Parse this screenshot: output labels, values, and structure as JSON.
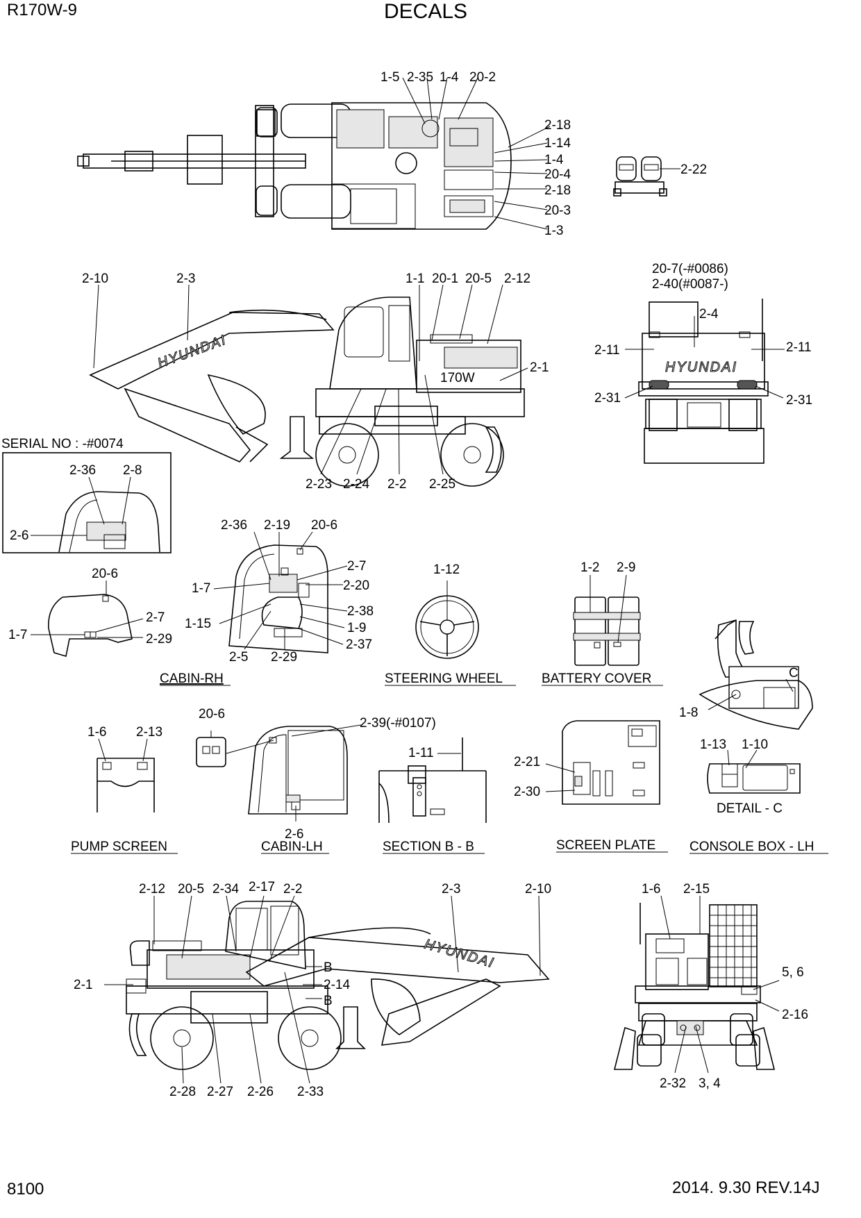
{
  "header": {
    "model": "R170W-9",
    "title": "DECALS"
  },
  "footer": {
    "page": "8100",
    "revision": "2014. 9.30  REV.14J"
  },
  "logo_text": "HYUNDAI",
  "views": {
    "top": {
      "callouts": [
        "1-5",
        "2-35",
        "1-4",
        "20-2",
        "2-18",
        "1-14",
        "1-4",
        "20-4",
        "2-18",
        "20-3",
        "1-3",
        "2-22"
      ]
    },
    "side_rh": {
      "callouts": [
        "2-10",
        "2-3",
        "1-1",
        "20-1",
        "20-5",
        "2-12",
        "2-1",
        "2-23",
        "2-24",
        "2-2",
        "2-25"
      ]
    },
    "rear": {
      "callouts": [
        "20-7(-#0086)",
        "2-40(#0087-)",
        "2-4",
        "2-11",
        "2-11",
        "2-31",
        "2-31"
      ]
    },
    "serial": {
      "heading": "SERIAL NO : -#0074",
      "callouts": [
        "2-36",
        "2-8",
        "2-6"
      ]
    },
    "cabin_rh": {
      "caption": "CABIN-RH",
      "callouts": [
        "20-6",
        "1-7",
        "2-7",
        "2-29",
        "2-36",
        "2-19",
        "20-6",
        "2-7",
        "2-20",
        "1-7",
        "2-38",
        "1-15",
        "1-9",
        "2-37",
        "2-5",
        "2-29"
      ]
    },
    "steering_wheel": {
      "caption": "STEERING WHEEL",
      "callouts": [
        "1-12"
      ]
    },
    "battery_cover": {
      "caption": "BATTERY COVER",
      "callouts": [
        "1-2",
        "2-9"
      ]
    },
    "console": {
      "callouts": [
        "C",
        "1-8"
      ]
    },
    "pump_screen": {
      "caption": "PUMP SCREEN",
      "callouts": [
        "1-6",
        "2-13"
      ]
    },
    "cabin_lh": {
      "caption": "CABIN-LH",
      "callouts": [
        "20-6",
        "2-39(-#0107)",
        "2-6"
      ]
    },
    "section_bb": {
      "caption": "SECTION B - B",
      "callouts": [
        "1-11"
      ]
    },
    "screen_plate": {
      "caption": "SCREEN PLATE",
      "callouts": [
        "2-21",
        "2-30"
      ]
    },
    "detail_c": {
      "caption": "DETAIL - C",
      "callouts": [
        "1-13",
        "1-10"
      ]
    },
    "console_box_lh": {
      "caption": "CONSOLE BOX - LH"
    },
    "side_lh": {
      "callouts": [
        "2-12",
        "20-5",
        "2-34",
        "2-17",
        "2-2",
        "2-3",
        "2-10",
        "B",
        "2-1",
        "2-14",
        "B",
        "2-28",
        "2-27",
        "2-26",
        "2-33"
      ]
    },
    "front": {
      "callouts": [
        "1-6",
        "2-15",
        "5, 6",
        "2-16",
        "2-32",
        "3, 4"
      ]
    }
  }
}
